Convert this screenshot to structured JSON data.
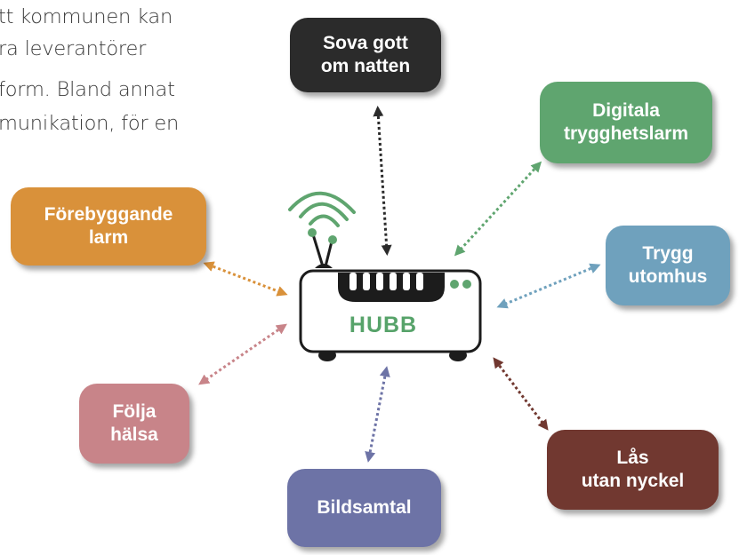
{
  "intro_text": {
    "lines": [
      "tt kommunen kan",
      "ra leverantörer",
      "form. Bland annat",
      "munikation, för en"
    ]
  },
  "hub": {
    "label": "HUBB"
  },
  "services": [
    {
      "id": "sova",
      "lines": [
        "Sova gott",
        "om natten"
      ],
      "color": "#2b2b2b",
      "arrow_color": "#2b2b2b"
    },
    {
      "id": "digitala",
      "lines": [
        "Digitala",
        "trygghetslarm"
      ],
      "color": "#5fa56f",
      "arrow_color": "#5fa56f"
    },
    {
      "id": "trygg",
      "lines": [
        "Trygg",
        "utomhus"
      ],
      "color": "#6fa1bd",
      "arrow_color": "#6fa1bd"
    },
    {
      "id": "las",
      "lines": [
        "Lås",
        "utan nyckel"
      ],
      "color": "#713830",
      "arrow_color": "#713830"
    },
    {
      "id": "bildsamtal",
      "lines": [
        "Bildsamtal"
      ],
      "color": "#6d73a6",
      "arrow_color": "#6d73a6"
    },
    {
      "id": "folja",
      "lines": [
        "Följa",
        "hälsa"
      ],
      "color": "#c88489",
      "arrow_color": "#c88489"
    },
    {
      "id": "forebyggande",
      "lines": [
        "Förebyggande",
        "larm"
      ],
      "color": "#d9913a",
      "arrow_color": "#d9913a"
    }
  ],
  "icons": {
    "hub": "router-icon",
    "wifi": "wifi-signal-icon"
  }
}
